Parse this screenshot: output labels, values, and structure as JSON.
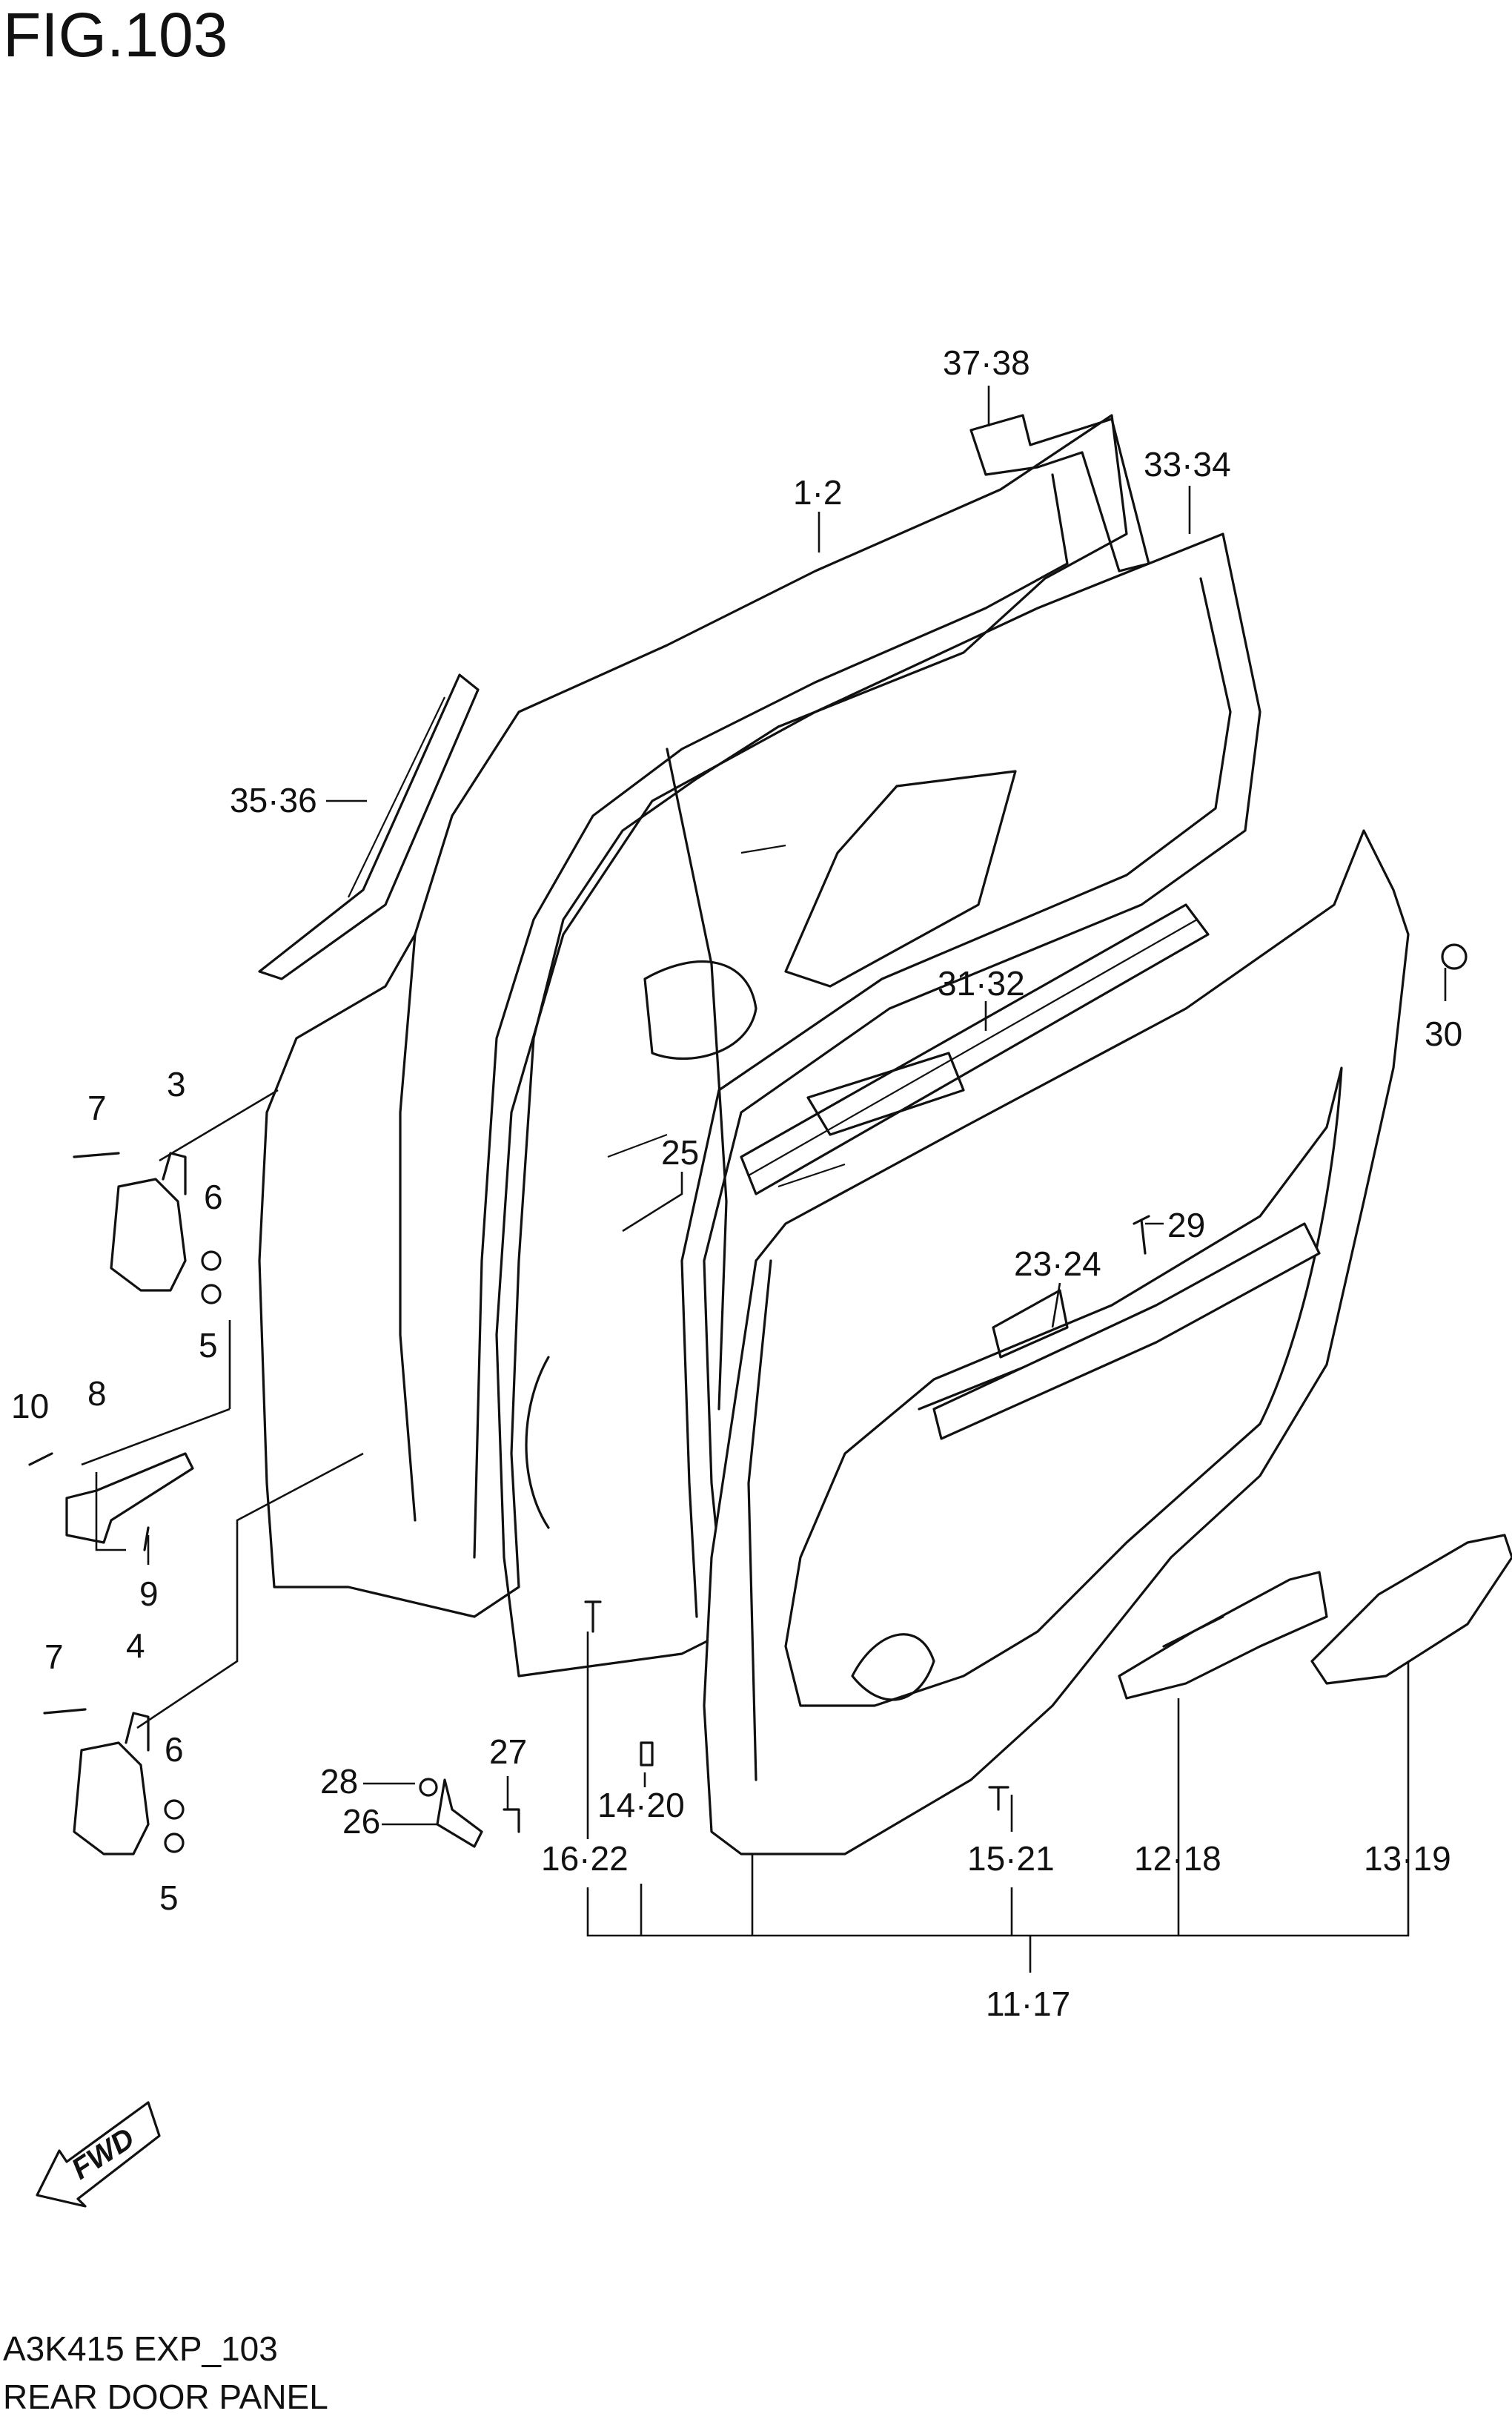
{
  "figure": {
    "title": "FIG.103",
    "code": "A3K415 EXP_103",
    "name": "REAR DOOR PANEL",
    "fwd_label": "FWD"
  },
  "callouts": [
    {
      "id": "c-37-38",
      "label": "37·38"
    },
    {
      "id": "c-1-2",
      "label": "1·2"
    },
    {
      "id": "c-33-34",
      "label": "33·34"
    },
    {
      "id": "c-35-36",
      "label": "35·36"
    },
    {
      "id": "c-31-32",
      "label": "31·32"
    },
    {
      "id": "c-30",
      "label": "30"
    },
    {
      "id": "c-7a",
      "label": "7"
    },
    {
      "id": "c-3",
      "label": "3"
    },
    {
      "id": "c-6a",
      "label": "6"
    },
    {
      "id": "c-5a",
      "label": "5"
    },
    {
      "id": "c-25",
      "label": "25"
    },
    {
      "id": "c-29",
      "label": "29"
    },
    {
      "id": "c-23-24",
      "label": "23·24"
    },
    {
      "id": "c-10",
      "label": "10"
    },
    {
      "id": "c-8",
      "label": "8"
    },
    {
      "id": "c-9",
      "label": "9"
    },
    {
      "id": "c-7b",
      "label": "7"
    },
    {
      "id": "c-4",
      "label": "4"
    },
    {
      "id": "c-6b",
      "label": "6"
    },
    {
      "id": "c-5b",
      "label": "5"
    },
    {
      "id": "c-27",
      "label": "27"
    },
    {
      "id": "c-28",
      "label": "28"
    },
    {
      "id": "c-26",
      "label": "26"
    },
    {
      "id": "c-14-20",
      "label": "14·20"
    },
    {
      "id": "c-16-22",
      "label": "16·22"
    },
    {
      "id": "c-15-21",
      "label": "15·21"
    },
    {
      "id": "c-12-18",
      "label": "12·18"
    },
    {
      "id": "c-13-19",
      "label": "13·19"
    },
    {
      "id": "c-11-17",
      "label": "11·17"
    }
  ]
}
